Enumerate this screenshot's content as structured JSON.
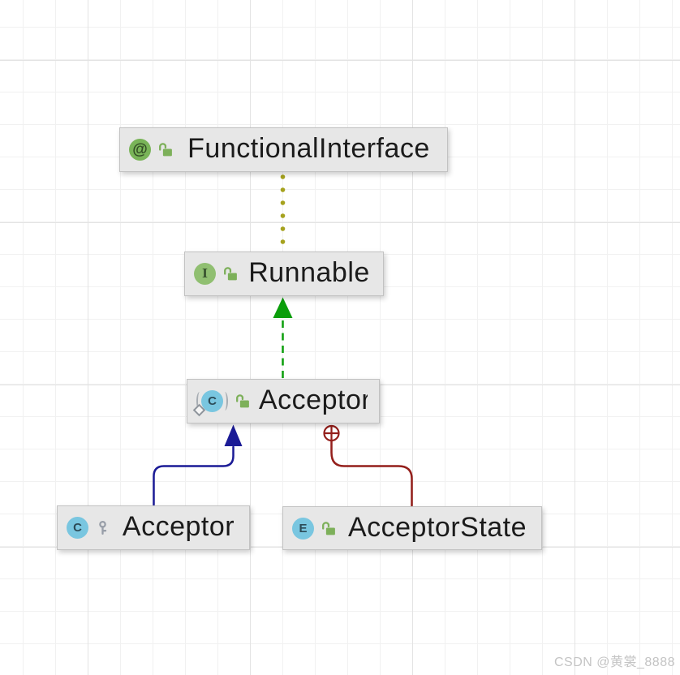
{
  "canvas": {
    "watermark": "CSDN @黄裳_8888"
  },
  "colors": {
    "edge_annotation_dotted": "#a6a21e",
    "edge_implements_green": "#0b9e0b",
    "edge_extends_blue": "#1b1b96",
    "edge_inner_red": "#941f1b",
    "node_background": "#e7e7e7"
  },
  "nodes": {
    "functional_interface": {
      "label": "FunctionalInterface",
      "icon_letter": "@"
    },
    "runnable": {
      "label": "Runnable",
      "icon_letter": "I"
    },
    "acceptor": {
      "label": "Acceptor",
      "icon_letter": "C"
    },
    "acceptor_inner": {
      "label": "Acceptor",
      "icon_letter": "C"
    },
    "acceptor_state": {
      "label": "AcceptorState",
      "icon_letter": "E"
    }
  },
  "icons": {
    "annotation": "green circle with @",
    "interface": "green circle with serif I",
    "class": "blue circle with C",
    "enum": "blue circle with E",
    "public_lock": "green open padlock",
    "package_private_key": "gray key",
    "runnable_class": "class circle in parentheses with diamond badge",
    "inner_class_expander": "dark red circled plus"
  }
}
